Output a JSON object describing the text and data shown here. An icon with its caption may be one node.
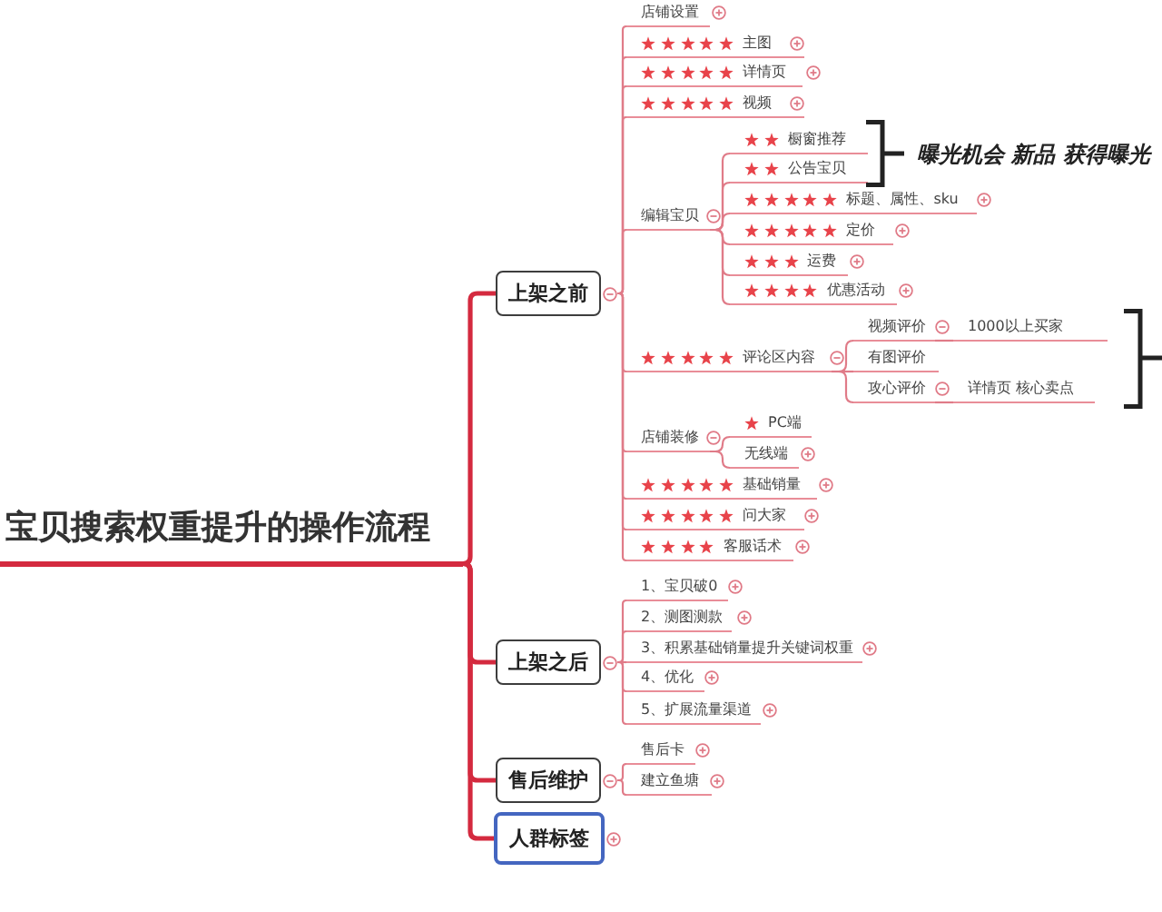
{
  "diagram": {
    "nodes": [
      {
        "text": [
          "宝贝搜索权重提升的操作流程"
        ]
      },
      {
        "text": [
          "上架之前"
        ]
      },
      {
        "text": [
          "店铺设置"
        ]
      },
      {
        "text": [
          "主图"
        ]
      },
      {
        "text": [
          "详情页"
        ]
      },
      {
        "text": [
          "视频"
        ]
      },
      {
        "text": [
          "编辑宝贝"
        ]
      },
      {
        "text": [
          "橱窗推荐"
        ]
      },
      {
        "text": [
          "公告宝贝"
        ]
      },
      {
        "text": [
          "标题、属性、sku"
        ]
      },
      {
        "text": [
          "定价"
        ]
      },
      {
        "text": [
          "运费"
        ]
      },
      {
        "text": [
          "优惠活动"
        ]
      },
      {
        "text": [
          "评论区内容"
        ]
      },
      {
        "text": [
          "视频评价"
        ]
      },
      {
        "text": [
          "1000以上买家"
        ]
      },
      {
        "text": [
          "有图评价"
        ]
      },
      {
        "text": [
          "攻心评价"
        ]
      },
      {
        "text": [
          "详情页 核心卖点"
        ]
      },
      {
        "text": [
          "店铺装修"
        ]
      },
      {
        "text": [
          "PC端"
        ]
      },
      {
        "text": [
          "无线端"
        ]
      },
      {
        "text": [
          "基础销量"
        ]
      },
      {
        "text": [
          "问大家"
        ]
      },
      {
        "text": [
          "客服话术"
        ]
      },
      {
        "text": [
          "上架之后"
        ]
      },
      {
        "text": [
          "1、宝贝破0"
        ]
      },
      {
        "text": [
          "2、测图测款"
        ]
      },
      {
        "text": [
          "3、积累基础销量提升关键词权重"
        ]
      },
      {
        "text": [
          "4、优化"
        ]
      },
      {
        "text": [
          "5、扩展流量渠道"
        ]
      },
      {
        "text": [
          "售后维护"
        ]
      },
      {
        "text": [
          "售后卡"
        ]
      },
      {
        "text": [
          "建立鱼塘"
        ]
      },
      {
        "text": [
          "人群标签"
        ]
      }
    ],
    "edges": [
      {
        "from": 0,
        "to": 1,
        "arrow": "none",
        "style": "thick",
        "color": "#d42a3f"
      },
      {
        "from": 0,
        "to": 25,
        "arrow": "none",
        "style": "thick",
        "color": "#d42a3f"
      },
      {
        "from": 0,
        "to": 31,
        "arrow": "none",
        "style": "thick",
        "color": "#d42a3f"
      },
      {
        "from": 0,
        "to": 34,
        "arrow": "none",
        "style": "thick",
        "color": "#d42a3f"
      },
      {
        "from": 1,
        "to": 2,
        "arrow": "none"
      },
      {
        "from": 1,
        "to": 3,
        "arrow": "none"
      },
      {
        "from": 1,
        "to": 4,
        "arrow": "none"
      },
      {
        "from": 1,
        "to": 5,
        "arrow": "none"
      },
      {
        "from": 1,
        "to": 6,
        "arrow": "none"
      },
      {
        "from": 1,
        "to": 13,
        "arrow": "none"
      },
      {
        "from": 1,
        "to": 19,
        "arrow": "none"
      },
      {
        "from": 1,
        "to": 22,
        "arrow": "none"
      },
      {
        "from": 1,
        "to": 23,
        "arrow": "none"
      },
      {
        "from": 1,
        "to": 24,
        "arrow": "none"
      },
      {
        "from": 6,
        "to": 7,
        "arrow": "none"
      },
      {
        "from": 6,
        "to": 8,
        "arrow": "none"
      },
      {
        "from": 6,
        "to": 9,
        "arrow": "none"
      },
      {
        "from": 6,
        "to": 10,
        "arrow": "none"
      },
      {
        "from": 6,
        "to": 11,
        "arrow": "none"
      },
      {
        "from": 6,
        "to": 12,
        "arrow": "none"
      },
      {
        "from": 13,
        "to": 14,
        "arrow": "none"
      },
      {
        "from": 13,
        "to": 16,
        "arrow": "none"
      },
      {
        "from": 13,
        "to": 17,
        "arrow": "none"
      },
      {
        "from": 14,
        "to": 15,
        "arrow": "none"
      },
      {
        "from": 17,
        "to": 18,
        "arrow": "none"
      },
      {
        "from": 19,
        "to": 20,
        "arrow": "none"
      },
      {
        "from": 19,
        "to": 21,
        "arrow": "none"
      },
      {
        "from": 25,
        "to": 26,
        "arrow": "none"
      },
      {
        "from": 25,
        "to": 27,
        "arrow": "none"
      },
      {
        "from": 25,
        "to": 28,
        "arrow": "none"
      },
      {
        "from": 25,
        "to": 29,
        "arrow": "none"
      },
      {
        "from": 25,
        "to": 30,
        "arrow": "none"
      },
      {
        "from": 31,
        "to": 32,
        "arrow": "none"
      },
      {
        "from": 31,
        "to": 33,
        "arrow": "none"
      }
    ],
    "labels": [
      "曝光机会 新品 获得曝光"
    ]
  }
}
